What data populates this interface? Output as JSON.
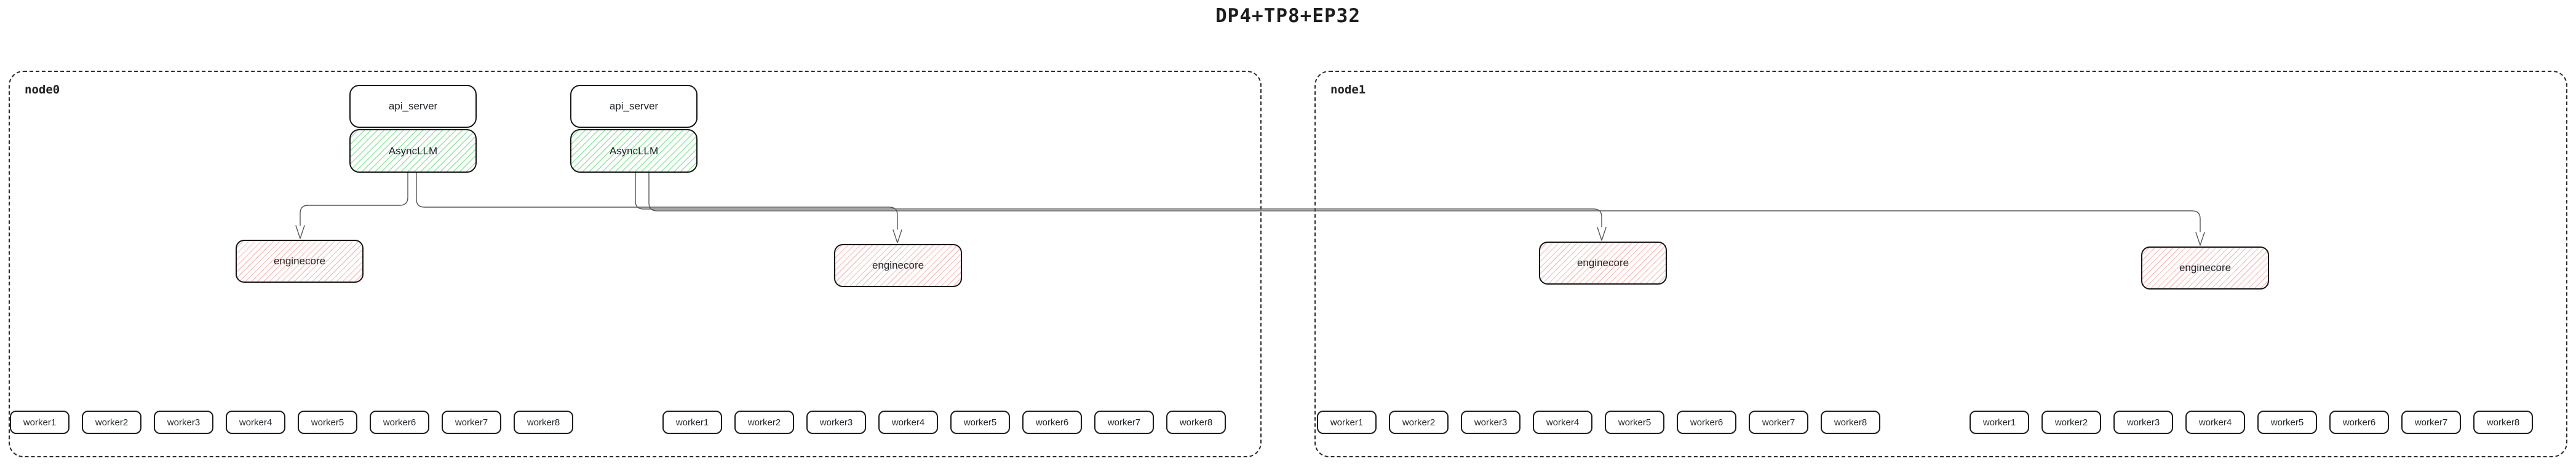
{
  "title": "DP4+TP8+EP32",
  "colors": {
    "asyncllm_hatch_green": "#86de9b",
    "enginecore_hatch_red": "#f0b2ae",
    "box_border": "#161616",
    "node_border_dashed": "#2b2b2b",
    "edge_line": "#555555",
    "background": "#ffffff"
  },
  "edges": [
    {
      "from": "asyncllm-1",
      "to": "enginecore-1"
    },
    {
      "from": "asyncllm-1",
      "to": "enginecore-2"
    },
    {
      "from": "asyncllm-2",
      "to": "enginecore-3"
    },
    {
      "from": "asyncllm-2",
      "to": "enginecore-4"
    }
  ],
  "nodes": [
    {
      "label": "node0",
      "stacks": [
        {
          "api_server": "api_server",
          "asyncllm": "AsyncLLM"
        },
        {
          "api_server": "api_server",
          "asyncllm": "AsyncLLM"
        }
      ],
      "enginecores": [
        "enginecore",
        "enginecore"
      ],
      "worker_groups": [
        [
          "worker1",
          "worker2",
          "worker3",
          "worker4",
          "worker5",
          "worker6",
          "worker7",
          "worker8"
        ],
        [
          "worker1",
          "worker2",
          "worker3",
          "worker4",
          "worker5",
          "worker6",
          "worker7",
          "worker8"
        ]
      ]
    },
    {
      "label": "node1",
      "stacks": [],
      "enginecores": [
        "enginecore",
        "enginecore"
      ],
      "worker_groups": [
        [
          "worker1",
          "worker2",
          "worker3",
          "worker4",
          "worker5",
          "worker6",
          "worker7",
          "worker8"
        ],
        [
          "worker1",
          "worker2",
          "worker3",
          "worker4",
          "worker5",
          "worker6",
          "worker7",
          "worker8"
        ]
      ]
    }
  ]
}
